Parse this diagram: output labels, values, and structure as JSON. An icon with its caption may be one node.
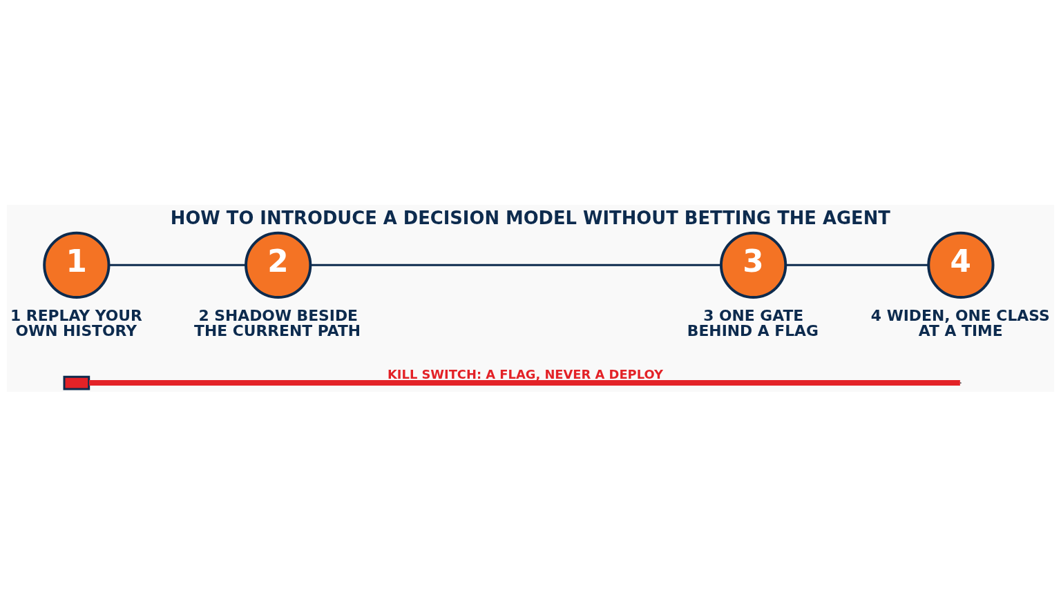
{
  "diagram": {
    "title": "HOW TO INTRODUCE A DECISION MODEL WITHOUT BETTING THE AGENT",
    "nodes": [
      {
        "text": [
          "1"
        ],
        "beside": [
          "1 REPLAY YOUR OWN HISTORY"
        ]
      },
      {
        "text": [
          "2"
        ],
        "beside": [
          "2 SHADOW BESIDE THE CURRENT PATH"
        ]
      },
      {
        "text": [
          "3"
        ],
        "beside": [
          "3 ONE GATE BEHIND A FLAG"
        ]
      },
      {
        "text": [
          "4"
        ],
        "beside": [
          "4 WIDEN, ONE CLASS AT A TIME"
        ]
      },
      {
        "text": [],
        "shape": "switch"
      }
    ],
    "edges": [
      {
        "from": 0,
        "to": 1,
        "arrow": "none"
      },
      {
        "from": 1,
        "to": 2,
        "arrow": "none"
      },
      {
        "from": 2,
        "to": 3,
        "arrow": "none"
      },
      {
        "from": 4,
        "to": null,
        "arrow": "none",
        "style": "thick",
        "color": "#e32227",
        "label": "KILL SWITCH: A FLAG, NEVER A DEPLOY"
      }
    ]
  }
}
